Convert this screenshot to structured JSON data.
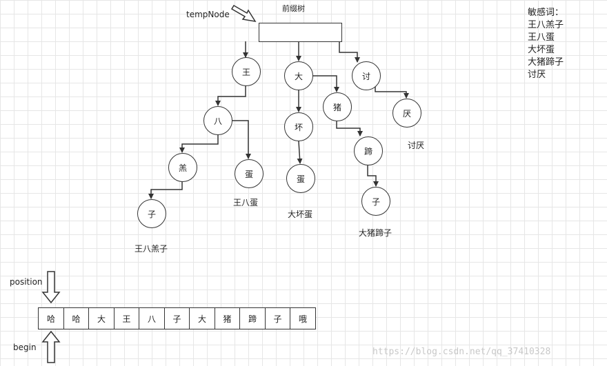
{
  "labels": {
    "temp_node": "tempNode",
    "prefix_tree": "前缀树",
    "position": "position",
    "begin": "begin"
  },
  "legend": {
    "title": "敏感词：",
    "words": [
      "王八羔子",
      "王八蛋",
      "大坏蛋",
      "大猪蹄子",
      "讨厌"
    ]
  },
  "nodes": {
    "wang": "王",
    "ba": "八",
    "gao": "羔",
    "zi1": "子",
    "dan1": "蛋",
    "da": "大",
    "huai": "坏",
    "dan2": "蛋",
    "zhu": "猪",
    "ti": "蹄",
    "zi2": "子",
    "tao": "讨",
    "yan": "厌"
  },
  "word_labels": {
    "wangbagaozi": "王八羔子",
    "wangbadan": "王八蛋",
    "dahuaidan": "大坏蛋",
    "dazhutizi": "大猪蹄子",
    "taoyan": "讨厌"
  },
  "text_cells": [
    "哈",
    "哈",
    "大",
    "王",
    "八",
    "子",
    "大",
    "猪",
    "蹄",
    "子",
    "哦"
  ],
  "watermark": "https://blog.csdn.net/qq_37410328"
}
